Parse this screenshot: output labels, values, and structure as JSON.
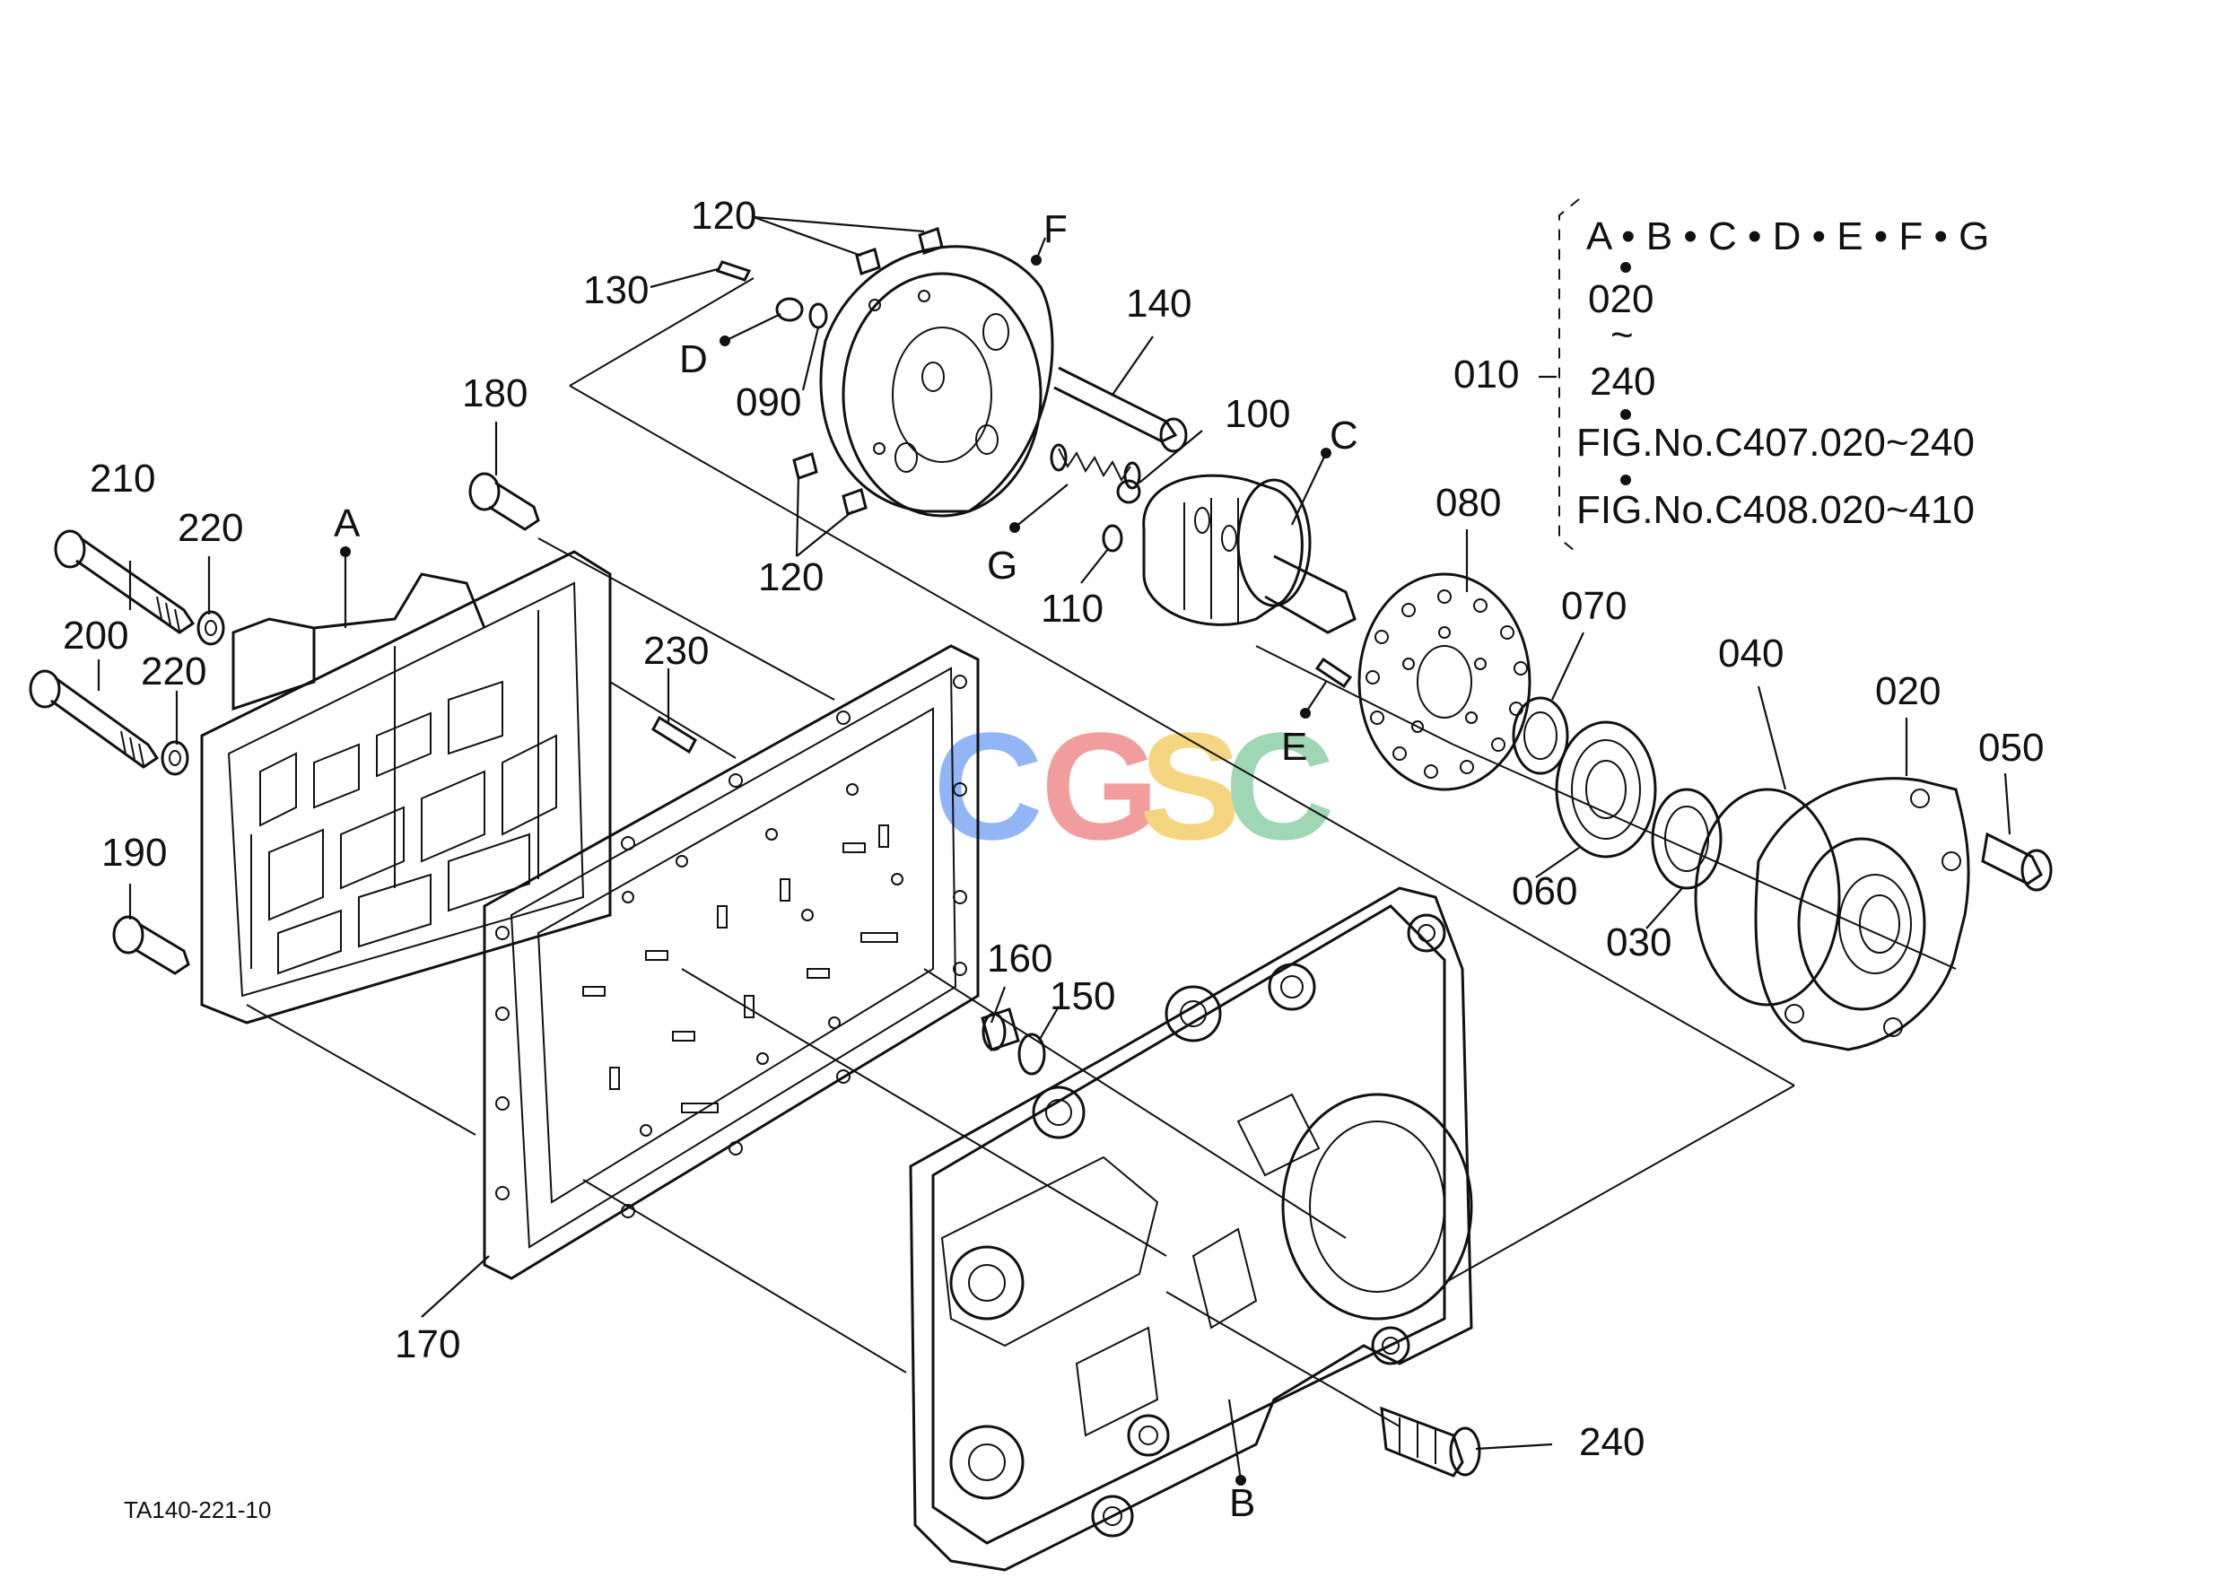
{
  "diagram": {
    "part_labels": {
      "p010": "010",
      "p020": "020",
      "p030": "030",
      "p040": "040",
      "p050": "050",
      "p060": "060",
      "p070": "070",
      "p080": "080",
      "p090": "090",
      "p100": "100",
      "p110": "110",
      "p120a": "120",
      "p120b": "120",
      "p130": "130",
      "p140": "140",
      "p150": "150",
      "p160": "160",
      "p170": "170",
      "p180": "180",
      "p190": "190",
      "p200": "200",
      "p210": "210",
      "p220a": "220",
      "p220b": "220",
      "p230": "230",
      "p240": "240"
    },
    "ref_letters": {
      "A": "A",
      "B": "B",
      "C": "C",
      "D": "D",
      "E": "E",
      "F": "F",
      "G": "G"
    },
    "assembly_note": {
      "letters_line": "A • B • C • D • E • F • G",
      "range_start": "020",
      "tilde": "~",
      "range_end": "240",
      "fig_ref_1": "FIG.No.C407.020~240",
      "fig_ref_2": "FIG.No.C408.020~410"
    },
    "drawing_code": "TA140-221-10",
    "watermark": {
      "letters": [
        "C",
        "G",
        "S",
        "C"
      ],
      "colors": [
        "#7fa9f4",
        "#f08c8c",
        "#f4cf6a",
        "#8fd0a8"
      ]
    }
  }
}
